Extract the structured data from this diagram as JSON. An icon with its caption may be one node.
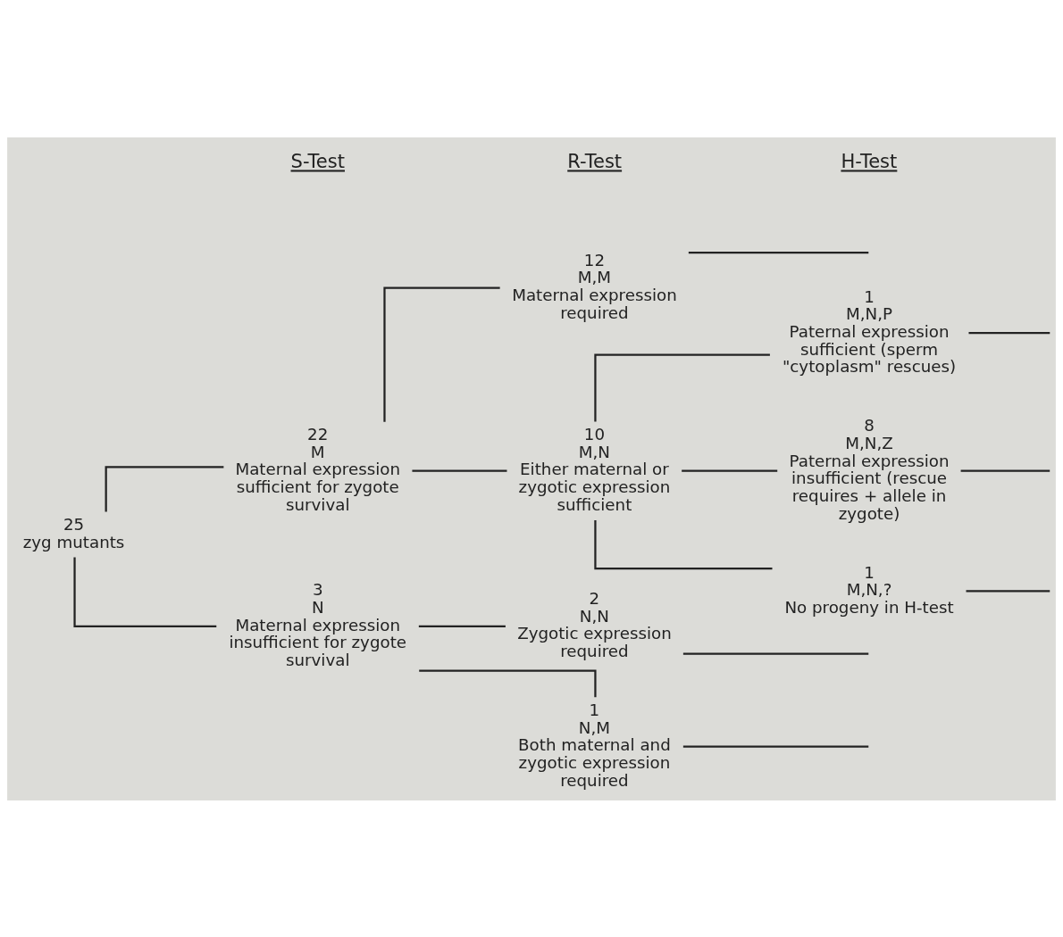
{
  "diagram": {
    "nodes": [
      {
        "text": [
          "25",
          "zyg mutants"
        ]
      },
      {
        "text": [
          "22",
          "M",
          "Maternal expression sufficient for zygote survival"
        ]
      },
      {
        "text": [
          "3",
          "N",
          "Maternal expression insufficient for zygote survival"
        ]
      },
      {
        "text": [
          "12",
          "M,M",
          "Maternal expression required"
        ]
      },
      {
        "text": [
          "10",
          "M,N",
          "Either maternal or zygotic expression sufficient"
        ]
      },
      {
        "text": [
          "2",
          "N,N",
          "Zygotic expression required"
        ]
      },
      {
        "text": [
          "1",
          "N,M",
          "Both maternal and zygotic expression required"
        ]
      },
      {
        "text": [
          "1",
          "M,N,P",
          "Paternal expression sufficient (sperm \"cytoplasm\" rescues)"
        ]
      },
      {
        "text": [
          "8",
          "M,N,Z",
          "Paternal expression insufficient (rescue requires + allele in zygote)"
        ]
      },
      {
        "text": [
          "1",
          "M,N,?",
          "No progeny in H-test"
        ]
      }
    ],
    "edges": [
      {
        "from": 0,
        "to": 1,
        "arrow": "none"
      },
      {
        "from": 0,
        "to": 2,
        "arrow": "none"
      },
      {
        "from": 1,
        "to": 3,
        "arrow": "none"
      },
      {
        "from": 1,
        "to": 4,
        "arrow": "none"
      },
      {
        "from": 2,
        "to": 5,
        "arrow": "none"
      },
      {
        "from": 2,
        "to": 6,
        "arrow": "none"
      },
      {
        "from": 4,
        "to": 7,
        "arrow": "none"
      },
      {
        "from": 4,
        "to": 8,
        "arrow": "none"
      },
      {
        "from": 4,
        "to": 9,
        "arrow": "none"
      },
      {
        "from": 3,
        "to": null,
        "arrow": "none"
      },
      {
        "from": 7,
        "to": null,
        "arrow": "none"
      },
      {
        "from": 8,
        "to": null,
        "arrow": "none"
      },
      {
        "from": 9,
        "to": null,
        "arrow": "none"
      },
      {
        "from": 5,
        "to": null,
        "arrow": "none"
      },
      {
        "from": 6,
        "to": null,
        "arrow": "none"
      }
    ],
    "labels": [
      "S-Test",
      "R-Test",
      "H-Test"
    ]
  }
}
